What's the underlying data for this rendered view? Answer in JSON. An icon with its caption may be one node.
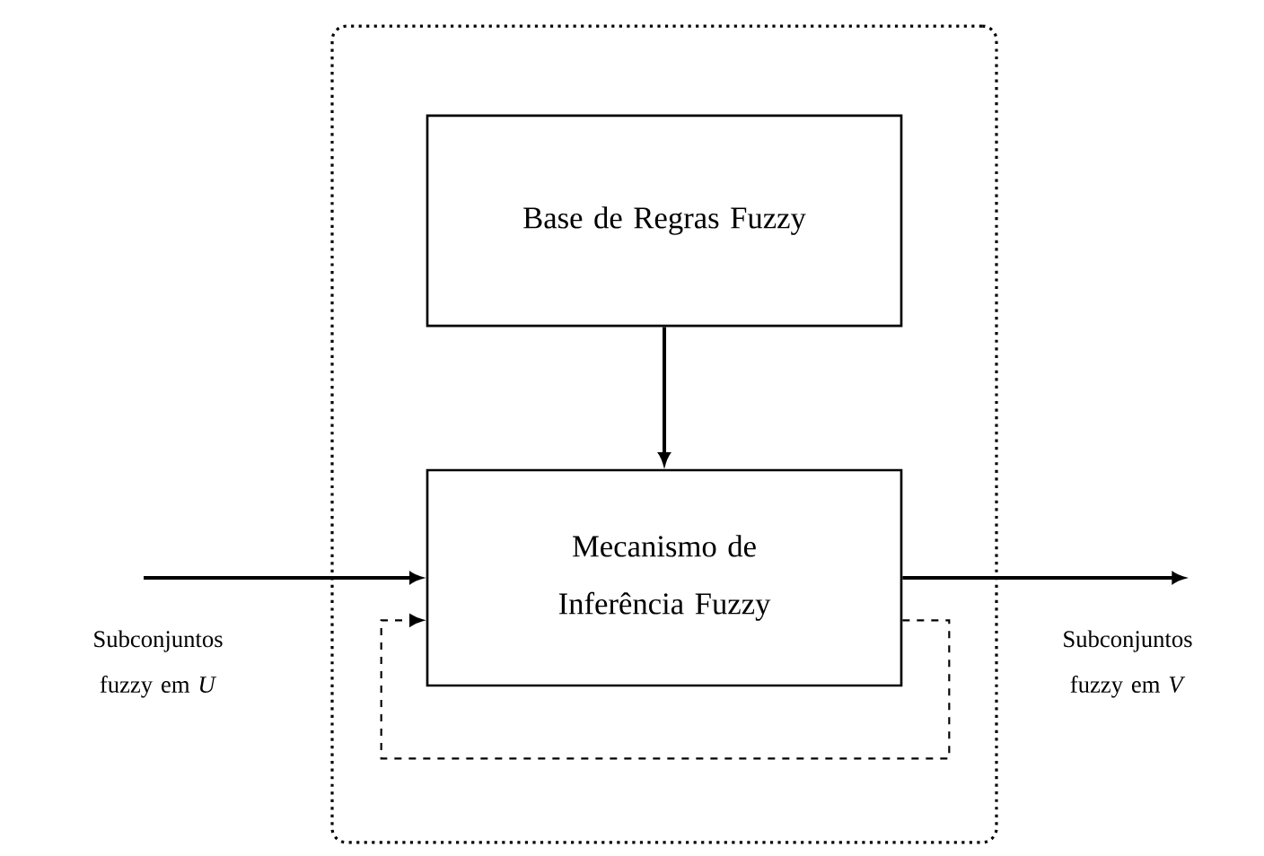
{
  "diagram": {
    "nodes": [
      {
        "text": [],
        "shape": "box"
      },
      {
        "text": [
          "Base de Regras Fuzzy"
        ],
        "in": 0
      },
      {
        "text": [
          "Mecanismo de Inferência Fuzzy"
        ],
        "in": 0
      }
    ],
    "edges": [
      {
        "from": 1,
        "to": 2,
        "arrow": "to"
      },
      {
        "from": null,
        "to": 2,
        "arrow": "to"
      },
      {
        "from": 2,
        "to": null,
        "arrow": "to"
      },
      {
        "from": 2,
        "to": 2,
        "arrow": "to",
        "style": "dashed"
      }
    ],
    "labels": [
      "Subconjuntos fuzzy em *U*",
      "Subconjuntos fuzzy em *V*"
    ]
  }
}
